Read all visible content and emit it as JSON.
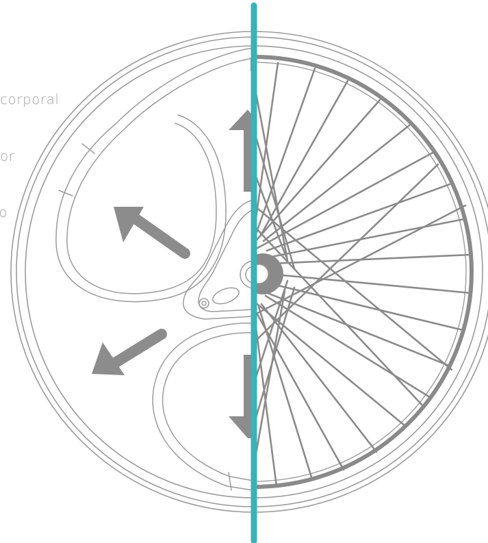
{
  "labels": [
    "corporal",
    "lor",
    "to"
  ],
  "colors": {
    "divider": "#38b3b8",
    "line": "#9a9a9a",
    "spoke": "#8a8a8a",
    "arrow": "#8c8c8c",
    "label": "#a3a3a3",
    "background": "#ffffff"
  },
  "icons": {
    "arrows": [
      "arrow-up-icon",
      "arrow-up-left-icon",
      "arrow-down-left-icon",
      "arrow-down-icon"
    ]
  }
}
